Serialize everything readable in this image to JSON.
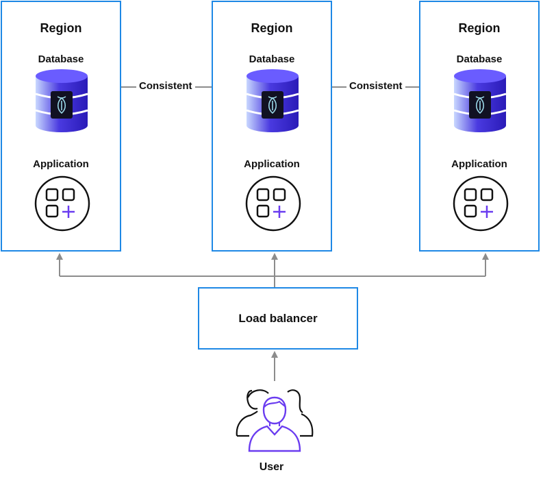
{
  "regions": [
    {
      "title": "Region",
      "database_label": "Database",
      "application_label": "Application"
    },
    {
      "title": "Region",
      "database_label": "Database",
      "application_label": "Application"
    },
    {
      "title": "Region",
      "database_label": "Database",
      "application_label": "Application"
    }
  ],
  "links": [
    {
      "label": "Consistent"
    },
    {
      "label": "Consistent"
    }
  ],
  "load_balancer": {
    "label": "Load balancer"
  },
  "user": {
    "label": "User"
  },
  "colors": {
    "border": "#1e88e5",
    "arrow": "#8c8c8c",
    "db_top": "#6a5cff",
    "db_body": "#3b2bd6",
    "accent": "#6a3cf0",
    "dark": "#111111"
  }
}
